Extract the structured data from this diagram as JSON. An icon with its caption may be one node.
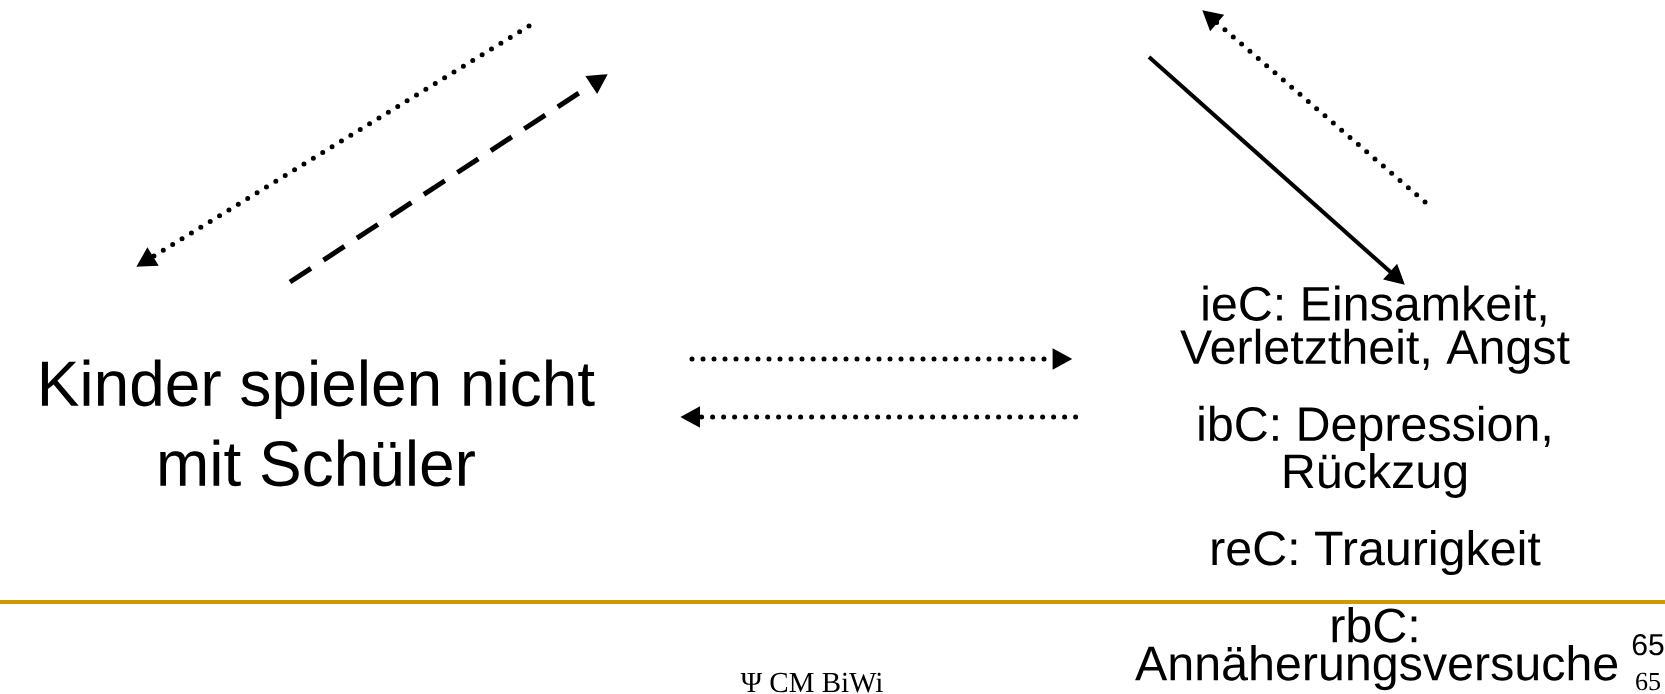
{
  "diagram": {
    "nodes": [
      {
        "text": [
          "Kinder spielen nicht mit Schüler"
        ]
      },
      {
        "text": [
          "ieC: Einsamkeit, Verletztheit, Angst",
          "ibC: Depression, Rückzug",
          "reC: Traurigkeit",
          "rbC: Annäherungsversuche"
        ]
      }
    ],
    "edges": [
      {
        "from": null,
        "to": 0,
        "arrow": "to",
        "style": "dashed"
      },
      {
        "from": 0,
        "to": null,
        "arrow": "to",
        "style": "dashed"
      },
      {
        "from": null,
        "to": 1,
        "arrow": "to"
      },
      {
        "from": 1,
        "to": null,
        "arrow": "to",
        "style": "dashed"
      },
      {
        "from": 0,
        "to": 1,
        "arrow": "to",
        "style": "dashed"
      },
      {
        "from": 1,
        "to": 0,
        "arrow": "to",
        "style": "dashed"
      }
    ],
    "labels": [
      "Ψ CM BiWi",
      "65",
      "65"
    ]
  }
}
